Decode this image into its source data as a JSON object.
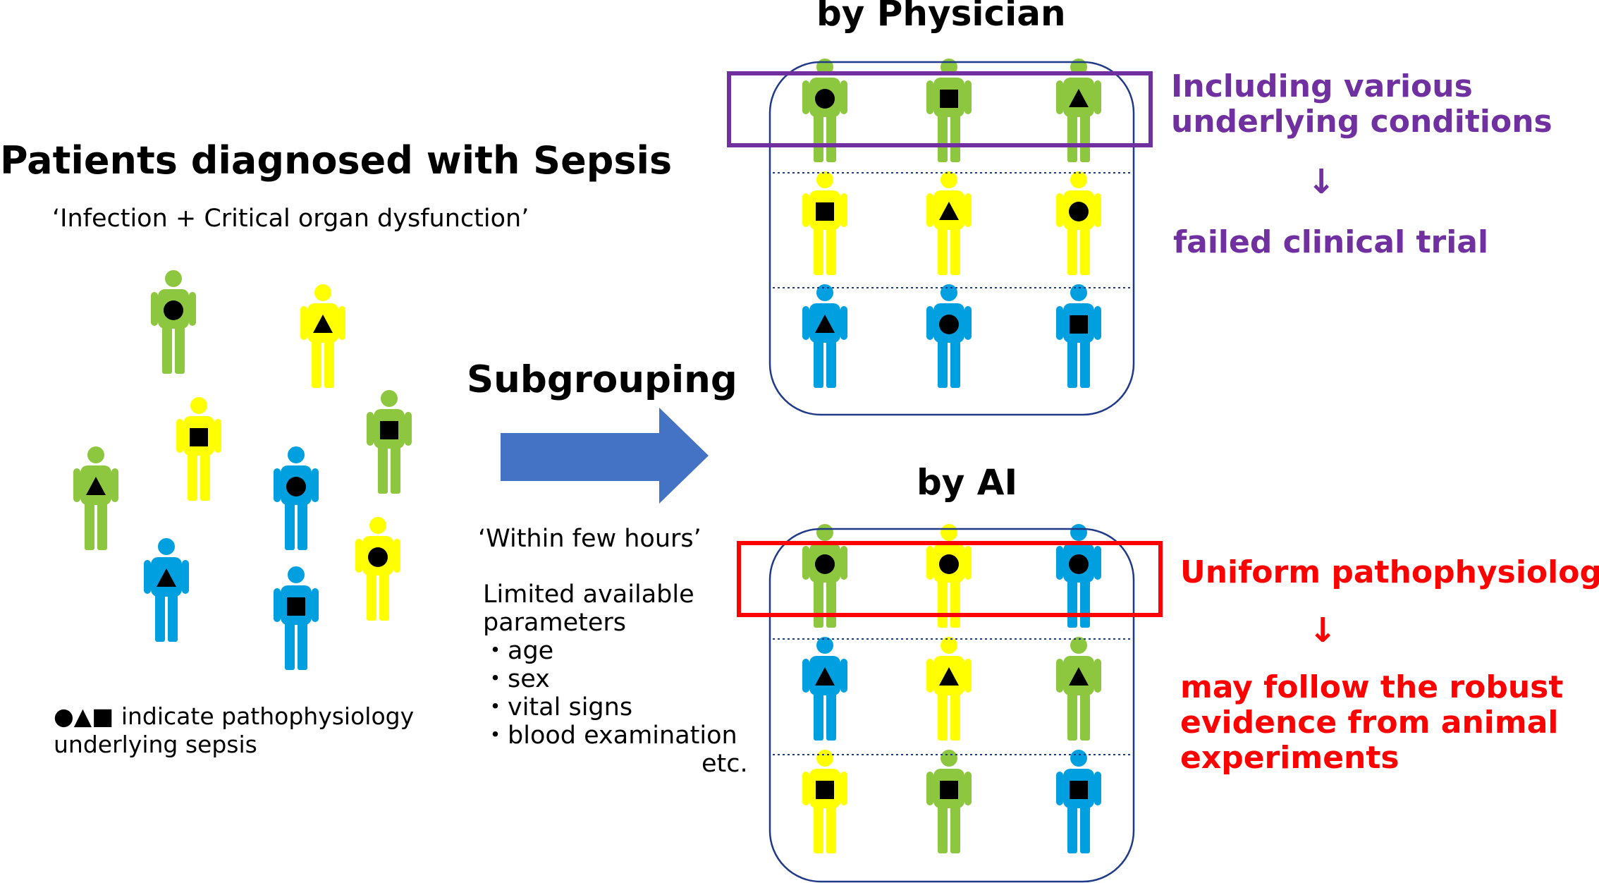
{
  "left": {
    "title": "Patients diagnosed with Sepsis",
    "subtitle": "‘Infection + Critical organ dysfunction’",
    "legend_line1": "●▲■ indicate pathophysiology",
    "legend_line2": "underlying sepsis"
  },
  "middle": {
    "action": "Subgrouping",
    "time": "‘Within few hours’",
    "params_heading_1": "Limited available",
    "params_heading_2": "parameters",
    "params": [
      "・age",
      "・sex",
      "・vital signs",
      "・blood examination"
    ],
    "params_etc": "etc."
  },
  "physician": {
    "title": "by Physician",
    "note_line1": "Including various",
    "note_line2": "underlying conditions",
    "arrow": "↓",
    "result": "failed clinical trial"
  },
  "ai": {
    "title": "by AI",
    "note": "Uniform pathophysiology",
    "arrow": "↓",
    "result_line1": "may follow the robust",
    "result_line2": "evidence from animal",
    "result_line3": "experiments"
  },
  "colors": {
    "green": "#8dc63f",
    "yellow": "#ffff00",
    "blue": "#00a0e0",
    "arrow_blue": "#4472c4",
    "box_outline": "#203a8a",
    "purple": "#7030a0",
    "red": "#ff0000"
  },
  "groups": {
    "scattered": [
      {
        "color": "green",
        "shape": "circle"
      },
      {
        "color": "yellow",
        "shape": "triangle"
      },
      {
        "color": "yellow",
        "shape": "square"
      },
      {
        "color": "green",
        "shape": "square"
      },
      {
        "color": "green",
        "shape": "triangle"
      },
      {
        "color": "blue",
        "shape": "circle"
      },
      {
        "color": "yellow",
        "shape": "circle"
      },
      {
        "color": "blue",
        "shape": "triangle"
      },
      {
        "color": "blue",
        "shape": "square"
      }
    ],
    "physician_rows": [
      [
        {
          "color": "green",
          "shape": "circle"
        },
        {
          "color": "green",
          "shape": "square"
        },
        {
          "color": "green",
          "shape": "triangle"
        }
      ],
      [
        {
          "color": "yellow",
          "shape": "square"
        },
        {
          "color": "yellow",
          "shape": "triangle"
        },
        {
          "color": "yellow",
          "shape": "circle"
        }
      ],
      [
        {
          "color": "blue",
          "shape": "triangle"
        },
        {
          "color": "blue",
          "shape": "circle"
        },
        {
          "color": "blue",
          "shape": "square"
        }
      ]
    ],
    "ai_rows": [
      [
        {
          "color": "green",
          "shape": "circle"
        },
        {
          "color": "yellow",
          "shape": "circle"
        },
        {
          "color": "blue",
          "shape": "circle"
        }
      ],
      [
        {
          "color": "blue",
          "shape": "triangle"
        },
        {
          "color": "yellow",
          "shape": "triangle"
        },
        {
          "color": "green",
          "shape": "triangle"
        }
      ],
      [
        {
          "color": "yellow",
          "shape": "square"
        },
        {
          "color": "green",
          "shape": "square"
        },
        {
          "color": "blue",
          "shape": "square"
        }
      ]
    ]
  }
}
